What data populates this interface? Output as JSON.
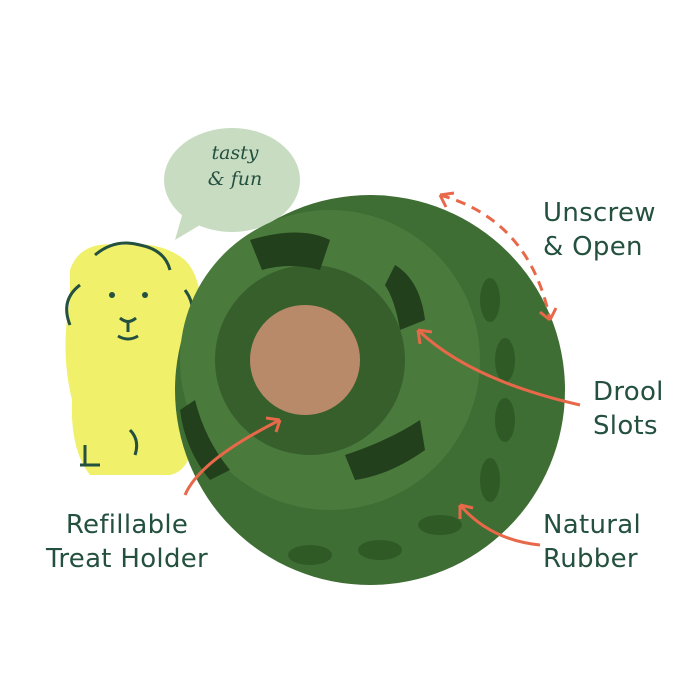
{
  "bubble": {
    "line1": "tasty",
    "line2": "& fun"
  },
  "labels": {
    "unscrew": {
      "line1": "Unscrew",
      "line2": "& Open"
    },
    "drool": {
      "line1": "Drool",
      "line2": "Slots"
    },
    "refill": {
      "line1": "Refillable",
      "line2": "Treat Holder"
    },
    "rubber": {
      "line1": "Natural",
      "line2": "Rubber"
    }
  },
  "colors": {
    "text": "#24503f",
    "arrow": "#e8684a",
    "ball": "#3f6e34",
    "dog": "#f0f06a",
    "bubble": "#c8dcc2",
    "treat": "#b98a6a"
  }
}
